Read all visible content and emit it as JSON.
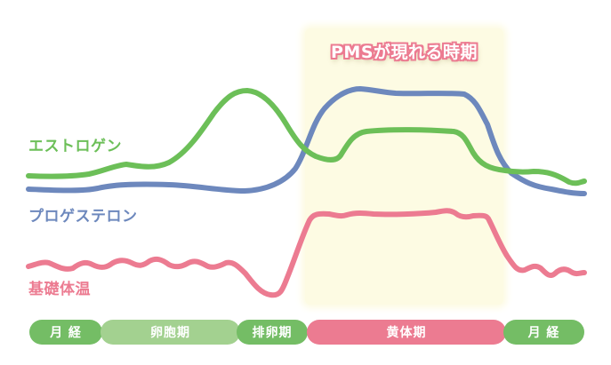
{
  "highlight": {
    "title": "PMSが現れる時期",
    "background_color": "#fdfbe3",
    "title_stroke_color": "#ec7b91"
  },
  "series": [
    {
      "key": "estrogen",
      "label": "エストロゲン",
      "color": "#6cbf58"
    },
    {
      "key": "progesterone",
      "label": "プロゲステロン",
      "color": "#6d88bd"
    },
    {
      "key": "bbt",
      "label": "基礎体温",
      "color": "#ec7b91"
    }
  ],
  "phases": [
    {
      "label": "月 経",
      "color": "#74bd65"
    },
    {
      "label": "卵胞期",
      "color": "#a3d190"
    },
    {
      "label": "排卵期",
      "color": "#74bd65"
    },
    {
      "label": "黄体期",
      "color": "#ec7b91"
    },
    {
      "label": "月 経",
      "color": "#74bd65"
    }
  ]
}
